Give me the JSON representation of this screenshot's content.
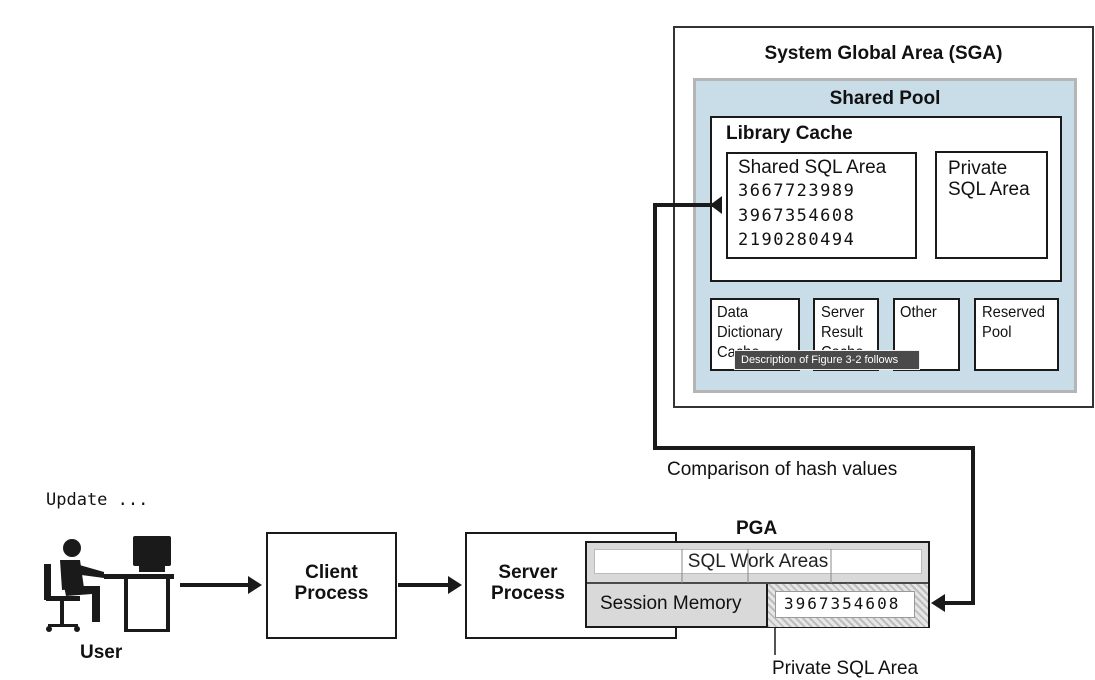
{
  "sga": {
    "title": "System Global Area (SGA)"
  },
  "shared_pool": {
    "title": "Shared Pool",
    "library_cache": {
      "title": "Library Cache",
      "shared_sql_area": {
        "title": "Shared SQL Area",
        "hashes": [
          "3667723989",
          "3967354608",
          "2190280494"
        ]
      },
      "private_sql_area": "Private SQL Area"
    },
    "components": [
      {
        "label": "Data Dictionary Cache"
      },
      {
        "label": "Server Result Cache"
      },
      {
        "label": "Other"
      },
      {
        "label": "Reserved Pool"
      }
    ]
  },
  "tooltip": "Description of Figure 3-2 follows",
  "comparison_label": "Comparison of hash values",
  "user": {
    "statement": "Update ...",
    "label": "User"
  },
  "client_process": {
    "label": "Client Process"
  },
  "server_process": {
    "label": "Server Process"
  },
  "pga": {
    "title": "PGA",
    "sql_work_areas": "SQL Work Areas",
    "session_memory": "Session Memory",
    "hash": "3967354608",
    "private_sql_area": "Private SQL Area"
  },
  "colors": {
    "shared_pool_fill": "#c9dde8",
    "pga_fill": "#d9d9d9",
    "line": "#1a1a1a"
  }
}
